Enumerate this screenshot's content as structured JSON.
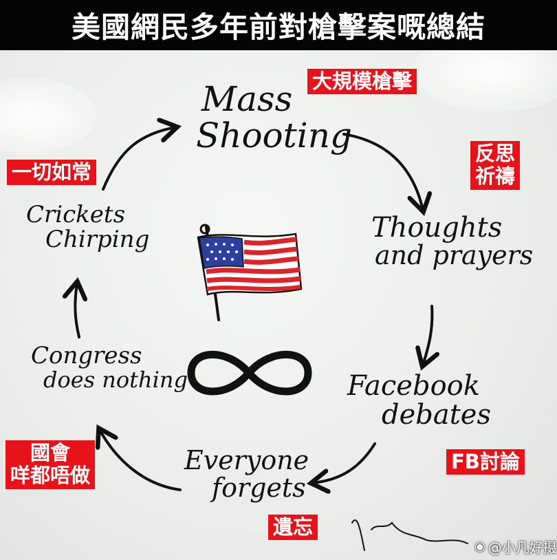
{
  "header": {
    "title": "美國網民多年前對槍擊案嘅總結"
  },
  "cycle": {
    "nodes": [
      {
        "id": "mass-shooting",
        "lines": [
          "Mass",
          "Shooting"
        ],
        "tag": [
          "大規模槍擊"
        ]
      },
      {
        "id": "thoughts-and-prayers",
        "lines": [
          "Thoughts",
          "and prayers"
        ],
        "tag": [
          "反思",
          "祈禱"
        ]
      },
      {
        "id": "facebook-debates",
        "lines": [
          "Facebook",
          "debates"
        ],
        "tag": [
          "FB討論"
        ]
      },
      {
        "id": "everyone-forgets",
        "lines": [
          "Everyone",
          "forgets"
        ],
        "tag": [
          "遺忘"
        ]
      },
      {
        "id": "congress-does-nothing",
        "lines": [
          "Congress",
          "does nothing"
        ],
        "tag": [
          "國會",
          "咩都唔做"
        ]
      },
      {
        "id": "crickets-chirping",
        "lines": [
          "Crickets",
          "Chirping"
        ],
        "tag": [
          "一切如常"
        ]
      }
    ]
  },
  "center": {
    "flag": "us-flag-drawing",
    "symbol": "infinity-symbol"
  },
  "colors": {
    "tag_bg": "#e8121b",
    "ink": "#111111",
    "flag_red": "#d8262c",
    "flag_blue": "#2c3f9e"
  },
  "watermark": {
    "icon": "weibo-icon",
    "text": "@小凡好摄"
  }
}
